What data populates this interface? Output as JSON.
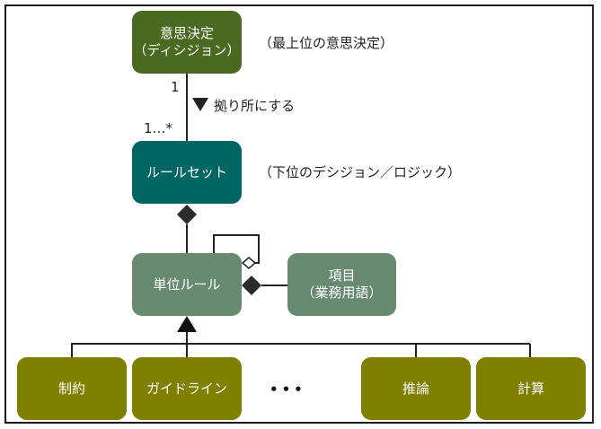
{
  "diagram": {
    "nodes": {
      "decision": {
        "line1": "意思決定",
        "line2": "（ディシジョン）"
      },
      "ruleset": {
        "label": "ルールセット"
      },
      "unit_rule": {
        "label": "単位ルール"
      },
      "item": {
        "line1": "項目",
        "line2": "（業務用語）"
      },
      "leaves": [
        {
          "label": "制約"
        },
        {
          "label": "ガイドライン"
        },
        {
          "label": "推論"
        },
        {
          "label": "計算"
        }
      ]
    },
    "notes": {
      "decision": "（最上位の意思決定）",
      "ruleset": "（下位のデシジョン／ロジック）"
    },
    "association": {
      "label": "拠り所にする",
      "multiplicity_top": "1",
      "multiplicity_bottom": "1…*"
    },
    "ellipsis": "•••",
    "colors": {
      "decision": "#4a6a22",
      "ruleset": "#006664",
      "unit_rule": "#678a70",
      "item": "#678a70",
      "leaf": "#7f7f00",
      "line": "#222222"
    }
  }
}
